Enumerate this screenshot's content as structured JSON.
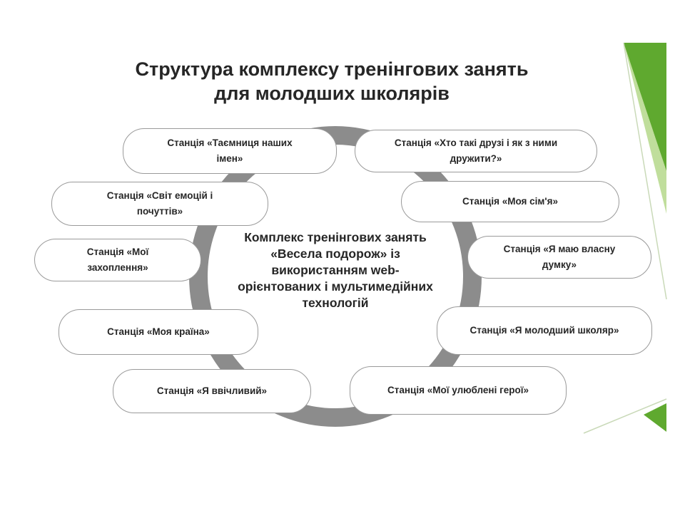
{
  "title": {
    "line1": "Структура комплексу тренінгових занять",
    "line2": "для молодших школярів"
  },
  "center": {
    "line1": "Комплекс тренінгових занять",
    "line2": "«Весела подорож» із",
    "line3": "використанням web-",
    "line4": "орієнтованих і мультимедійних",
    "line5": "технологій"
  },
  "stations": [
    {
      "line1": "Станція «Таємниця наших",
      "line2": "імен»"
    },
    {
      "line1": "Станція «Хто такі друзі і як з ними",
      "line2": "дружити?»"
    },
    {
      "line1": "Станція «Світ емоцій і",
      "line2": "почуттів»"
    },
    {
      "line1": "Станція «Моя сім'я»"
    },
    {
      "line1": "Станція «Мої",
      "line2": "захоплення»"
    },
    {
      "line1": "Станція «Я маю власну",
      "line2": "думку»"
    },
    {
      "line1": "Станція «Моя країна»"
    },
    {
      "line1": "Станція «Я молодший школяр»"
    },
    {
      "line1": "Станція «Я ввічливий»"
    },
    {
      "line1": "Станція «Мої улюблені герої»"
    }
  ],
  "colors": {
    "accent_green": "#5fa92f",
    "ring_gray": "#8c8c8c",
    "text": "#262626"
  }
}
